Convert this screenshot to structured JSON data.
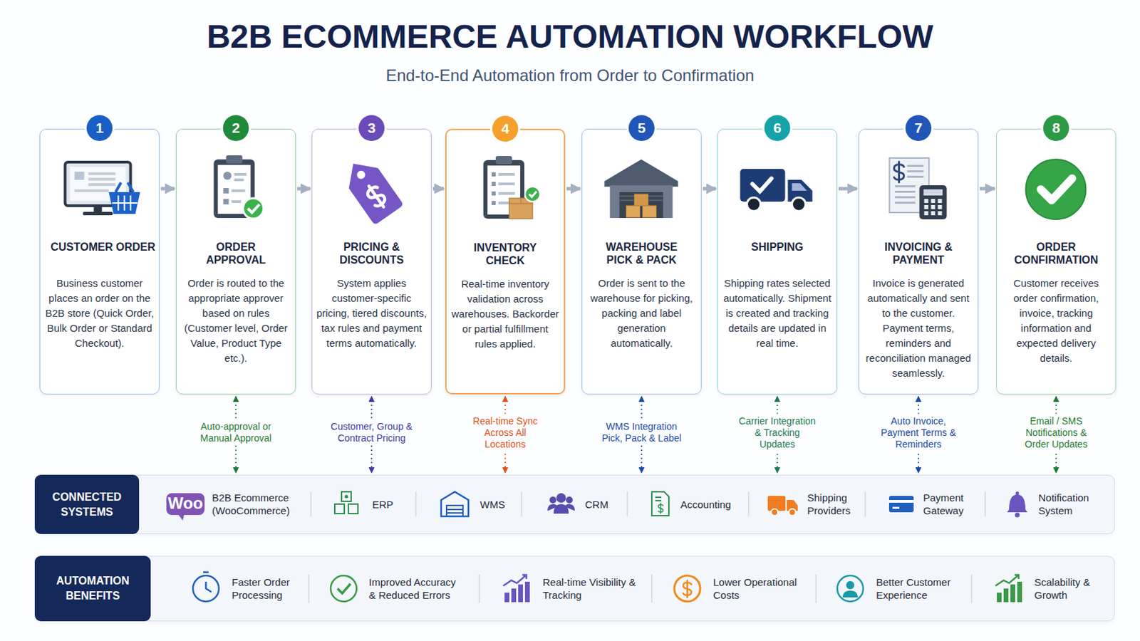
{
  "diagram": {
    "title": "B2B ECOMMERCE AUTOMATION WORKFLOW",
    "caption": "End-to-End Automation from Order to Confirmation",
    "nodes": [
      {
        "text": [
          "1",
          "CUSTOMER ORDER",
          "Business customer places an order on the B2B store (Quick Order, Bulk Order or Standard Checkout)."
        ]
      },
      {
        "text": [
          "2",
          "ORDER APPROVAL",
          "Order is routed to the appropriate approver based on rules (Customer level, Order Value, Product Type etc.)."
        ]
      },
      {
        "text": [
          "3",
          "PRICING & DISCOUNTS",
          "System applies customer-specific pricing, tiered discounts, tax rules and payment terms automatically."
        ]
      },
      {
        "text": [
          "4",
          "INVENTORY CHECK",
          "Real-time inventory validation across warehouses. Backorder or partial fulfillment rules applied."
        ]
      },
      {
        "text": [
          "5",
          "WAREHOUSE PICK & PACK",
          "Order is sent to the warehouse for picking, packing and label generation automatically."
        ]
      },
      {
        "text": [
          "6",
          "SHIPPING",
          "Shipping rates selected automatically. Shipment is created and tracking details are updated in real time."
        ]
      },
      {
        "text": [
          "7",
          "INVOICING & PAYMENT",
          "Invoice is generated automatically and sent to the customer. Payment terms, reminders and reconciliation managed seamlessly."
        ]
      },
      {
        "text": [
          "8",
          "ORDER CONFIRMATION",
          "Customer receives order confirmation, invoice, tracking information and expected delivery details."
        ]
      },
      {
        "text": [
          "CONNECTED SYSTEMS"
        ]
      },
      {
        "text": [
          "AUTOMATION BENEFITS"
        ]
      }
    ],
    "edges": [
      {
        "from": 0,
        "to": 1,
        "arrow": "to"
      },
      {
        "from": 1,
        "to": 2,
        "arrow": "to"
      },
      {
        "from": 2,
        "to": 3,
        "arrow": "to"
      },
      {
        "from": 3,
        "to": 4,
        "arrow": "to"
      },
      {
        "from": 4,
        "to": 5,
        "arrow": "to"
      },
      {
        "from": 5,
        "to": 6,
        "arrow": "to"
      },
      {
        "from": 6,
        "to": 7,
        "arrow": "to"
      },
      {
        "from": 1,
        "to": 8,
        "label": "Auto-approval or Manual Approval",
        "arrow": "both"
      },
      {
        "from": 2,
        "to": 8,
        "label": "Customer, Group & Contract Pricing",
        "arrow": "both"
      },
      {
        "from": 3,
        "to": 8,
        "label": "Real-time Sync Across All Locations",
        "arrow": "both"
      },
      {
        "from": 4,
        "to": 8,
        "label": "WMS Integration Pick, Pack & Label",
        "arrow": "both"
      },
      {
        "from": 5,
        "to": 8,
        "label": "Carrier Integration & Tracking Updates",
        "arrow": "both"
      },
      {
        "from": 6,
        "to": 8,
        "label": "Auto Invoice, Payment Terms & Reminders",
        "arrow": "both"
      },
      {
        "from": 7,
        "to": 8,
        "label": "Email / SMS Notifications & Order Updates",
        "arrow": "both"
      }
    ],
    "labels": [
      "Woo",
      "B2B Ecommerce (WooCommerce)",
      "ERP",
      "WMS",
      "CRM",
      "Accounting",
      "Shipping Providers",
      "Payment Gateway",
      "Notification System",
      "Faster Order Processing",
      "Improved Accuracy & Reduced Errors",
      "Real-time Visibility & Tracking",
      "Lower Operational Costs",
      "Better Customer Experience",
      "Scalability & Growth"
    ]
  }
}
